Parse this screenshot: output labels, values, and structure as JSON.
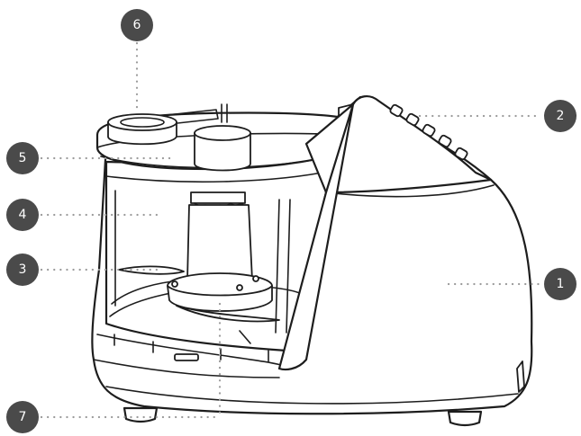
{
  "callouts": [
    {
      "id": "1",
      "label": "1"
    },
    {
      "id": "2",
      "label": "2"
    },
    {
      "id": "3",
      "label": "3"
    },
    {
      "id": "4",
      "label": "4"
    },
    {
      "id": "5",
      "label": "5"
    },
    {
      "id": "6",
      "label": "6"
    },
    {
      "id": "7",
      "label": "7"
    }
  ],
  "colors": {
    "badge": "#4a4a4a",
    "badge_text": "#ffffff",
    "leader": "#9a9a9a",
    "line_art": "#1d1d1d"
  }
}
